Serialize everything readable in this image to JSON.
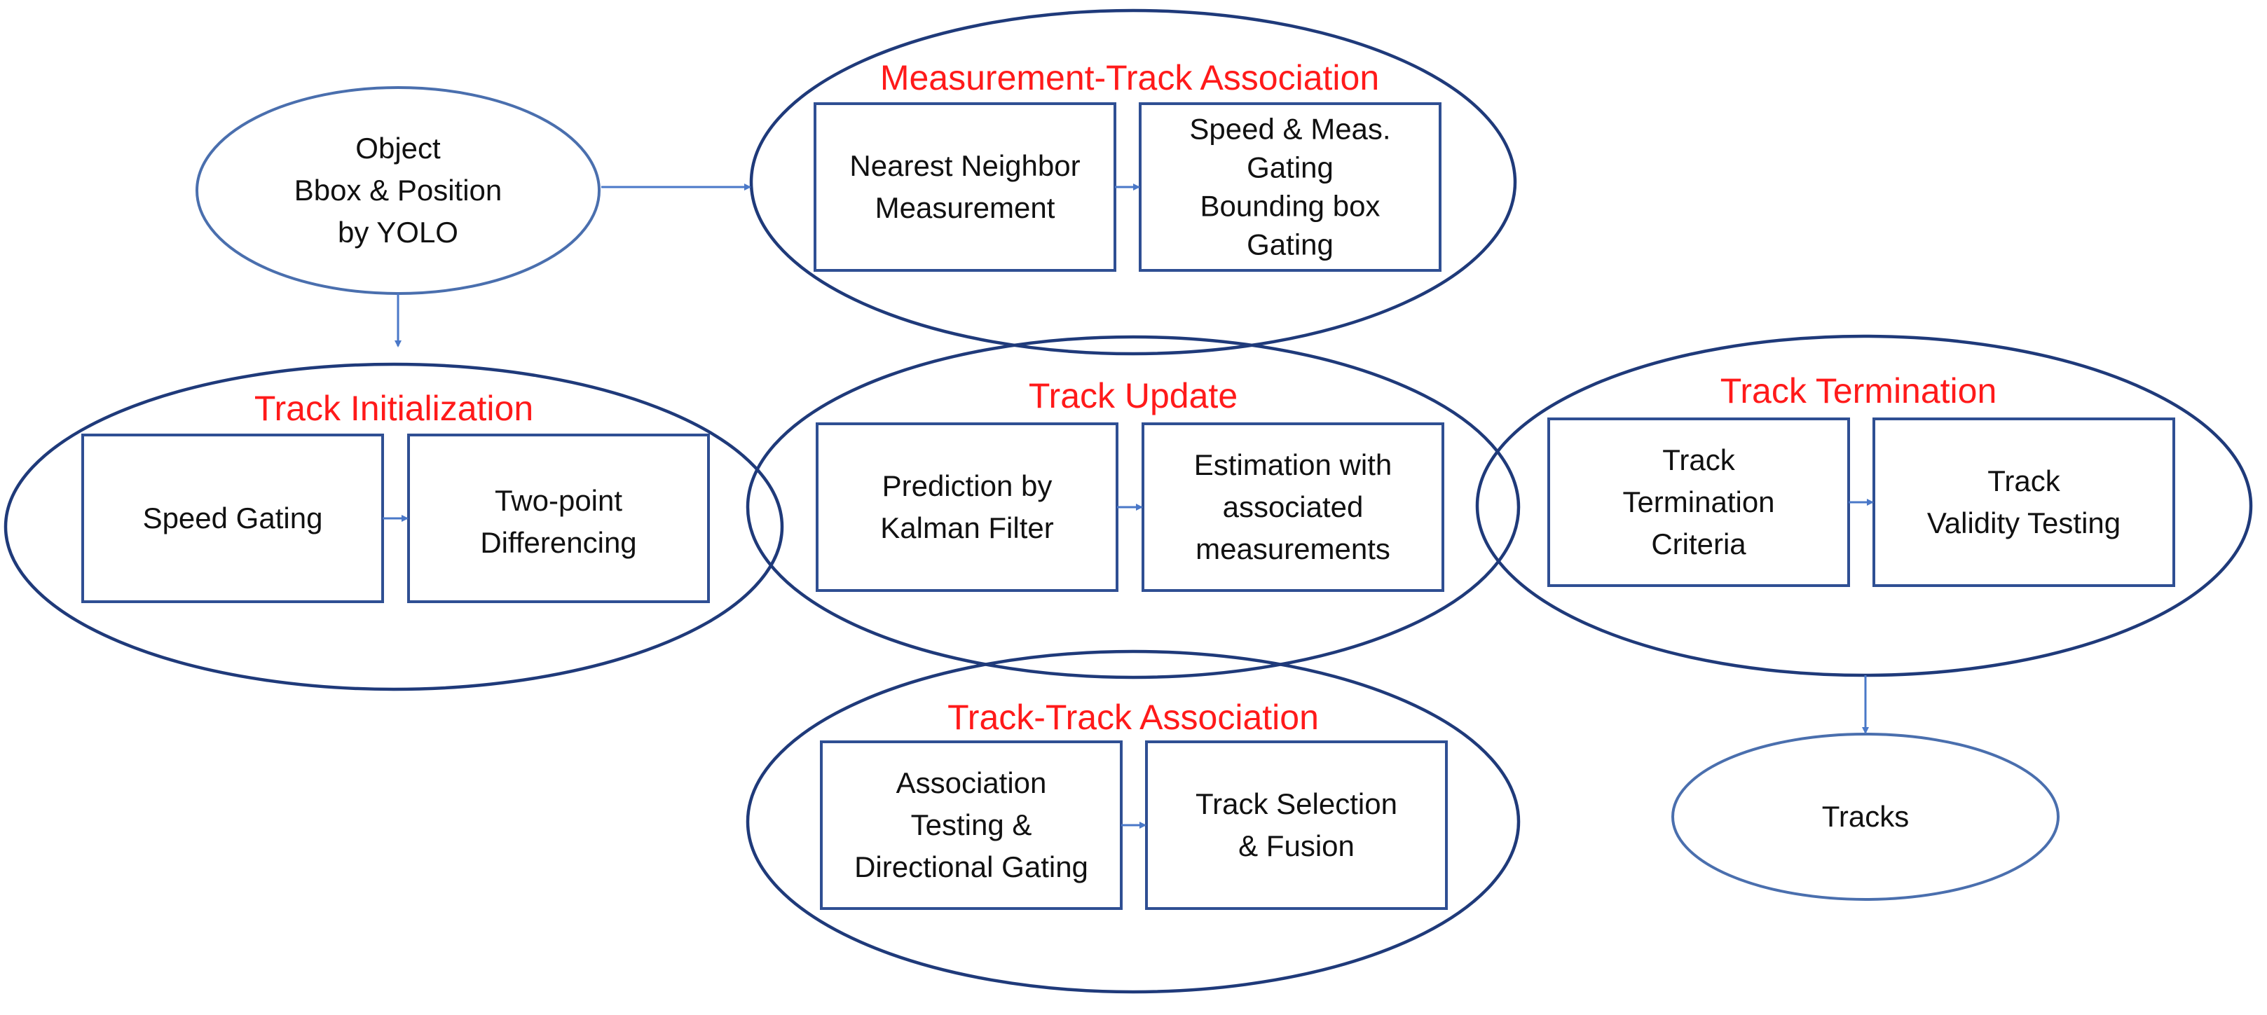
{
  "colors": {
    "group_title": "#ff1a1a",
    "group_outline": "#1f3a7a",
    "box_outline": "#2f4f93",
    "arrow": "#4a78c8"
  },
  "input": {
    "lines": [
      "Object",
      "Bbox & Position",
      "by YOLO"
    ]
  },
  "output": {
    "lines": [
      "Tracks"
    ]
  },
  "groups": {
    "measurement_track_association": {
      "title": "Measurement-Track Association",
      "boxes": [
        {
          "lines": [
            "Nearest Neighbor",
            "Measurement"
          ]
        },
        {
          "lines": [
            "Speed & Meas.",
            "Gating",
            "Bounding box",
            "Gating"
          ]
        }
      ]
    },
    "track_initialization": {
      "title": "Track Initialization",
      "boxes": [
        {
          "lines": [
            "Speed Gating"
          ]
        },
        {
          "lines": [
            "Two-point",
            "Differencing"
          ]
        }
      ]
    },
    "track_update": {
      "title": "Track Update",
      "boxes": [
        {
          "lines": [
            "Prediction by",
            "Kalman Filter"
          ]
        },
        {
          "lines": [
            "Estimation with",
            "associated",
            "measurements"
          ]
        }
      ]
    },
    "track_termination": {
      "title": "Track Termination",
      "boxes": [
        {
          "lines": [
            "Track",
            "Termination",
            "Criteria"
          ]
        },
        {
          "lines": [
            "Track",
            "Validity Testing"
          ]
        }
      ]
    },
    "track_track_association": {
      "title": "Track-Track Association",
      "boxes": [
        {
          "lines": [
            "Association",
            "Testing &",
            "Directional Gating"
          ]
        },
        {
          "lines": [
            "Track Selection",
            "&  Fusion"
          ]
        }
      ]
    }
  }
}
